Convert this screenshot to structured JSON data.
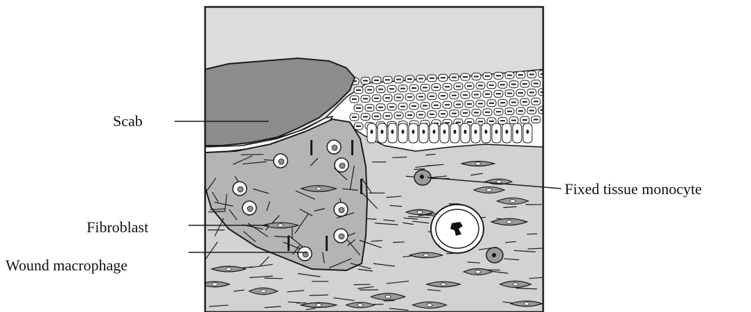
{
  "labels": {
    "scab": "Scab",
    "fibroblast": "Fibroblast",
    "wound_macrophage": "Wound macrophage",
    "fixed_tissue_monocyte": "Fixed tissue monocyte"
  },
  "colors": {
    "sky": "#dcdcdc",
    "scab": "#8c8c8c",
    "dermis": "#d2d2d2",
    "wound_zone": "#b4b4b4",
    "cell_fill": "#ffffff",
    "fibroblast_fill": "#9a9a9a",
    "line": "#1a1a1a"
  }
}
